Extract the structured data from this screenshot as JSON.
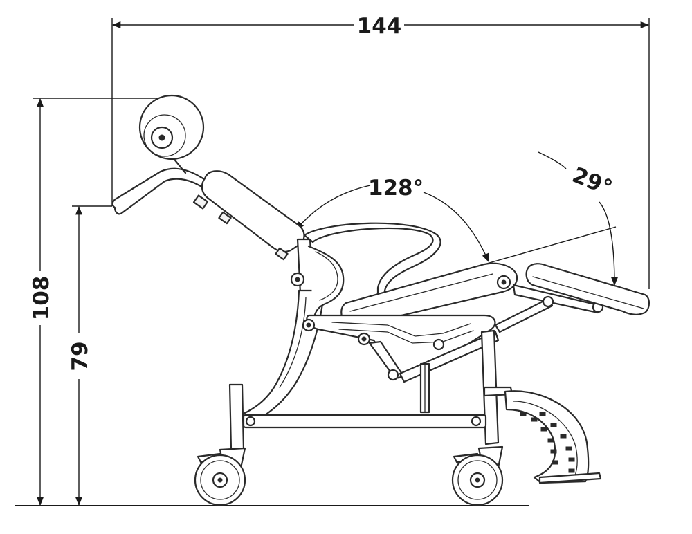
{
  "dimensions": {
    "overall_length": "144",
    "overall_height": "108",
    "handle_height": "79",
    "backrest_angle": "128°",
    "legrest_angle": "29°"
  }
}
